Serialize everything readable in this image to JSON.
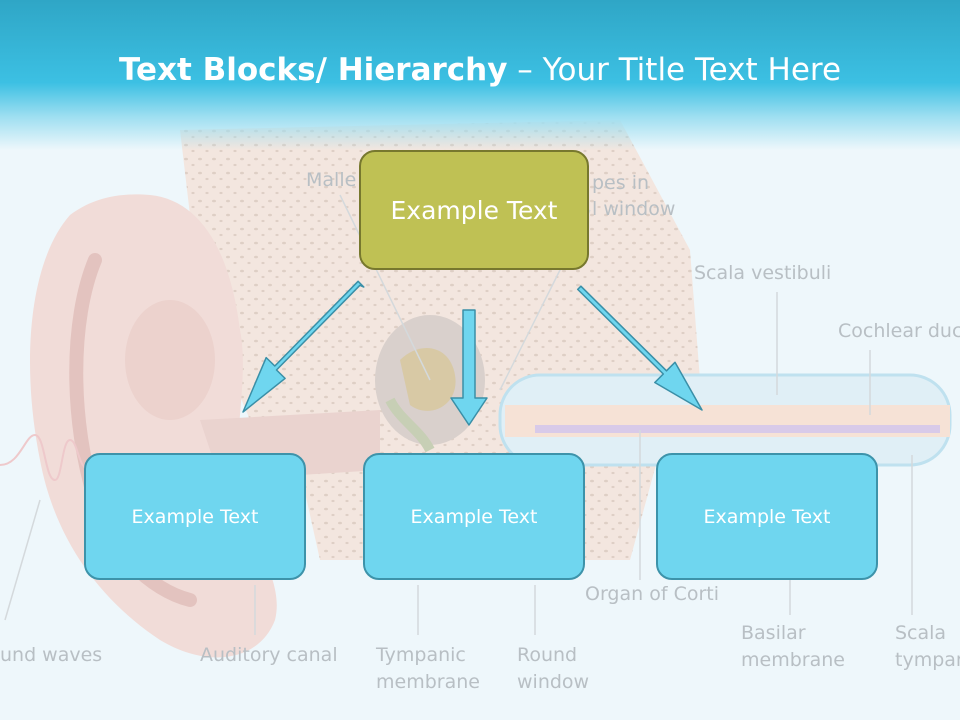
{
  "slide": {
    "title_bold": "Text Blocks/ Hierarchy",
    "title_rest": " – Your Title Text Here"
  },
  "hierarchy": {
    "root": "Example Text",
    "children": [
      "Example Text",
      "Example Text",
      "Example Text"
    ]
  },
  "background_labels": {
    "malleus": "Malle",
    "stapes_line1": "pes in",
    "stapes_line2": "l window",
    "scala_vestibuli": "Scala vestibuli",
    "cochlear_duct": "Cochlear duc",
    "sound_waves": "und waves",
    "auditory_canal": "Auditory canal",
    "tympanic_line1": "Tympanic",
    "tympanic_line2": "membrane",
    "round_line1": "Round",
    "round_line2": "window",
    "organ_of_corti": "Organ of Corti",
    "basilar_line1": "Basilar",
    "basilar_line2": "membrane",
    "scala_tymp_line1": "Scala",
    "scala_tymp_line2": "tympar"
  },
  "colors": {
    "header": "#3cc0e3",
    "root_box": "#bfc154",
    "child_box": "#6fd6ef",
    "arrow": "#6fd6ef"
  }
}
